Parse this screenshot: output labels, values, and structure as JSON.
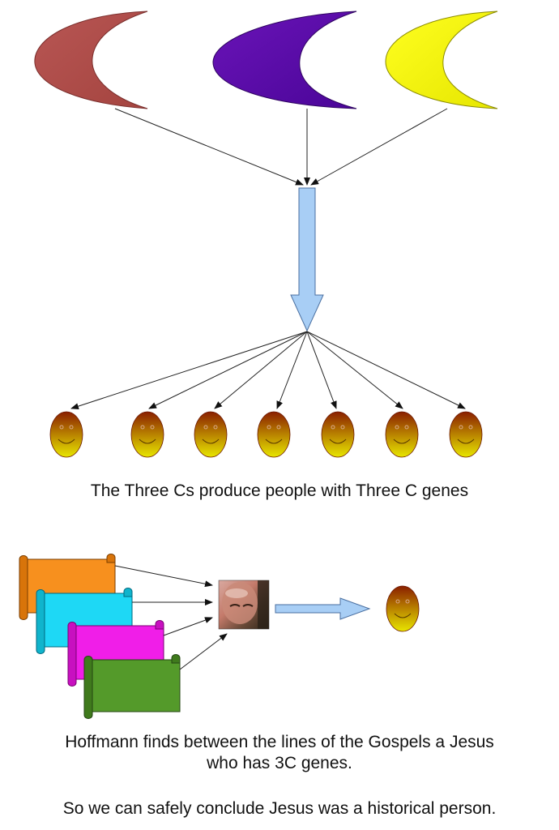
{
  "diagram": {
    "moons": [
      {
        "name": "moon-red-icon",
        "color": "#b0504e"
      },
      {
        "name": "moon-purple-icon",
        "color": "#5a0aa8"
      },
      {
        "name": "moon-yellow-icon",
        "color": "#f0f000"
      }
    ],
    "faces_top_count": 7,
    "scrolls": [
      {
        "name": "scroll-orange-icon",
        "color": "#f7901e"
      },
      {
        "name": "scroll-cyan-icon",
        "color": "#1ed8f5"
      },
      {
        "name": "scroll-magenta-icon",
        "color": "#f01ee8"
      },
      {
        "name": "scroll-green-icon",
        "color": "#549a2a"
      }
    ],
    "arrow_fill": "#a8cef5",
    "arrow_stroke": "#4a6fa0",
    "face_top_color": "#8a1f00",
    "face_bottom_color": "#e8e600"
  },
  "captions": {
    "line1": "The Three Cs produce people with Three C genes",
    "line2a": "Hoffmann finds between the lines of the Gospels a Jesus",
    "line2b": "who has 3C genes.",
    "line3": "So we can safely conclude Jesus was a historical person."
  }
}
